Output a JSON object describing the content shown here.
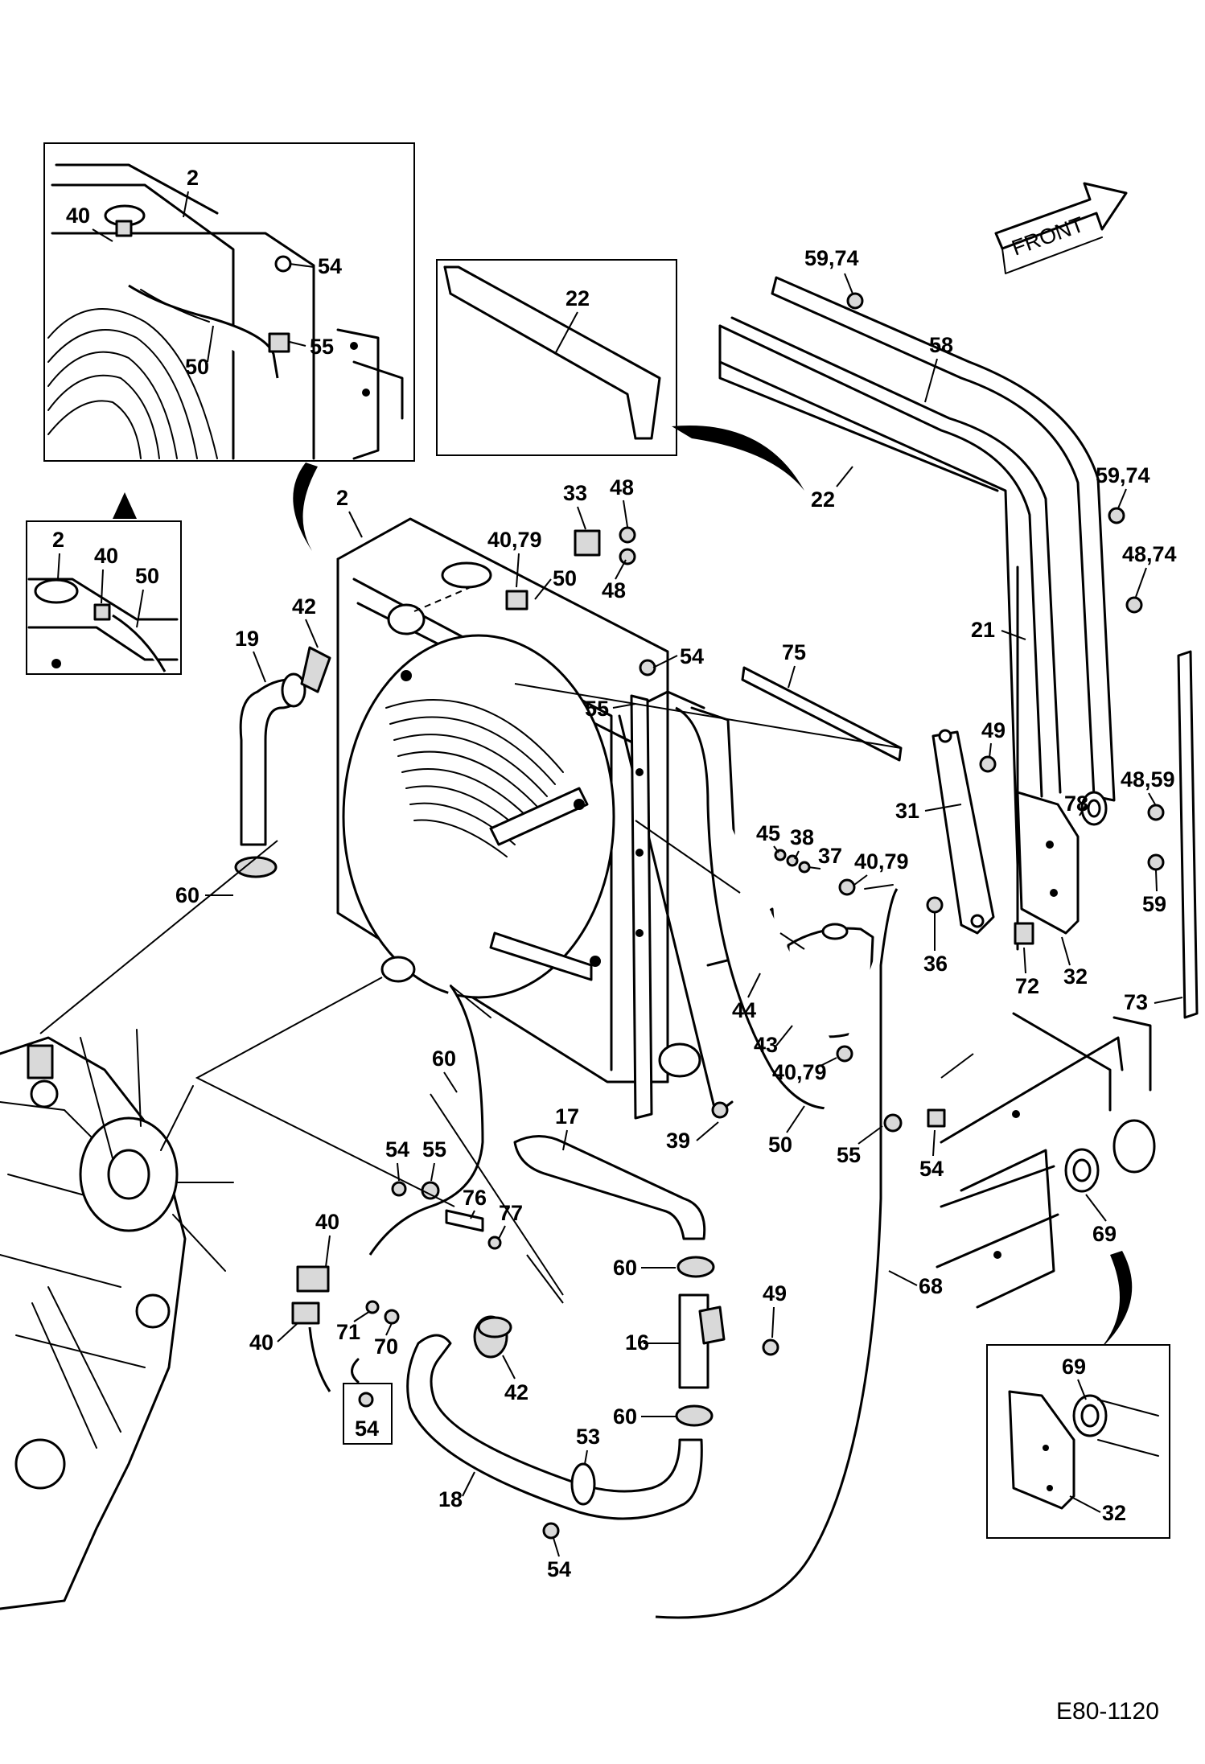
{
  "drawing_code": "E80-1120",
  "front_arrow": {
    "text": "FRONT"
  },
  "main_labels": {
    "l2": "2",
    "l42": "42",
    "l19": "19",
    "l60a": "60",
    "l33": "33",
    "l48a": "48",
    "l48b": "48",
    "l4079a": "40,79",
    "l50a": "50",
    "l22": "22",
    "l5974a": "59,74",
    "l58": "58",
    "l5974b": "59,74",
    "l4874": "48,74",
    "l21": "21",
    "l54a": "54",
    "l55a": "55",
    "l75": "75",
    "l49a": "49",
    "l31": "31",
    "l4859": "48,59",
    "l78": "78",
    "l45": "45",
    "l38": "38",
    "l37": "37",
    "l4079b": "40,79",
    "l36": "36",
    "l59": "59",
    "l72": "72",
    "l32a": "32",
    "l44": "44",
    "l43": "43",
    "l4079c": "40,79",
    "l73": "73",
    "l60b": "60",
    "l17": "17",
    "l39": "39",
    "l50b": "50",
    "l55b": "55",
    "l54b": "54",
    "l69a": "69",
    "l54c": "54",
    "l55c": "55",
    "l76": "76",
    "l77": "77",
    "l40a": "40",
    "l71": "71",
    "l70": "70",
    "l40b": "40",
    "l54d": "54",
    "l42b": "42",
    "l60c": "60",
    "l16": "16",
    "l49b": "49",
    "l60d": "60",
    "l68": "68",
    "l53": "53",
    "l18": "18",
    "l54e": "54"
  },
  "inset_top": {
    "l2": "2",
    "l40": "40",
    "l54": "54",
    "l55": "55",
    "l50": "50"
  },
  "inset_small": {
    "l2": "2",
    "l40": "40",
    "l50": "50"
  },
  "inset_22": {
    "l22": "22"
  },
  "inset_bottom": {
    "l69": "69",
    "l32": "32"
  },
  "inset_54": {
    "l54": "54"
  }
}
